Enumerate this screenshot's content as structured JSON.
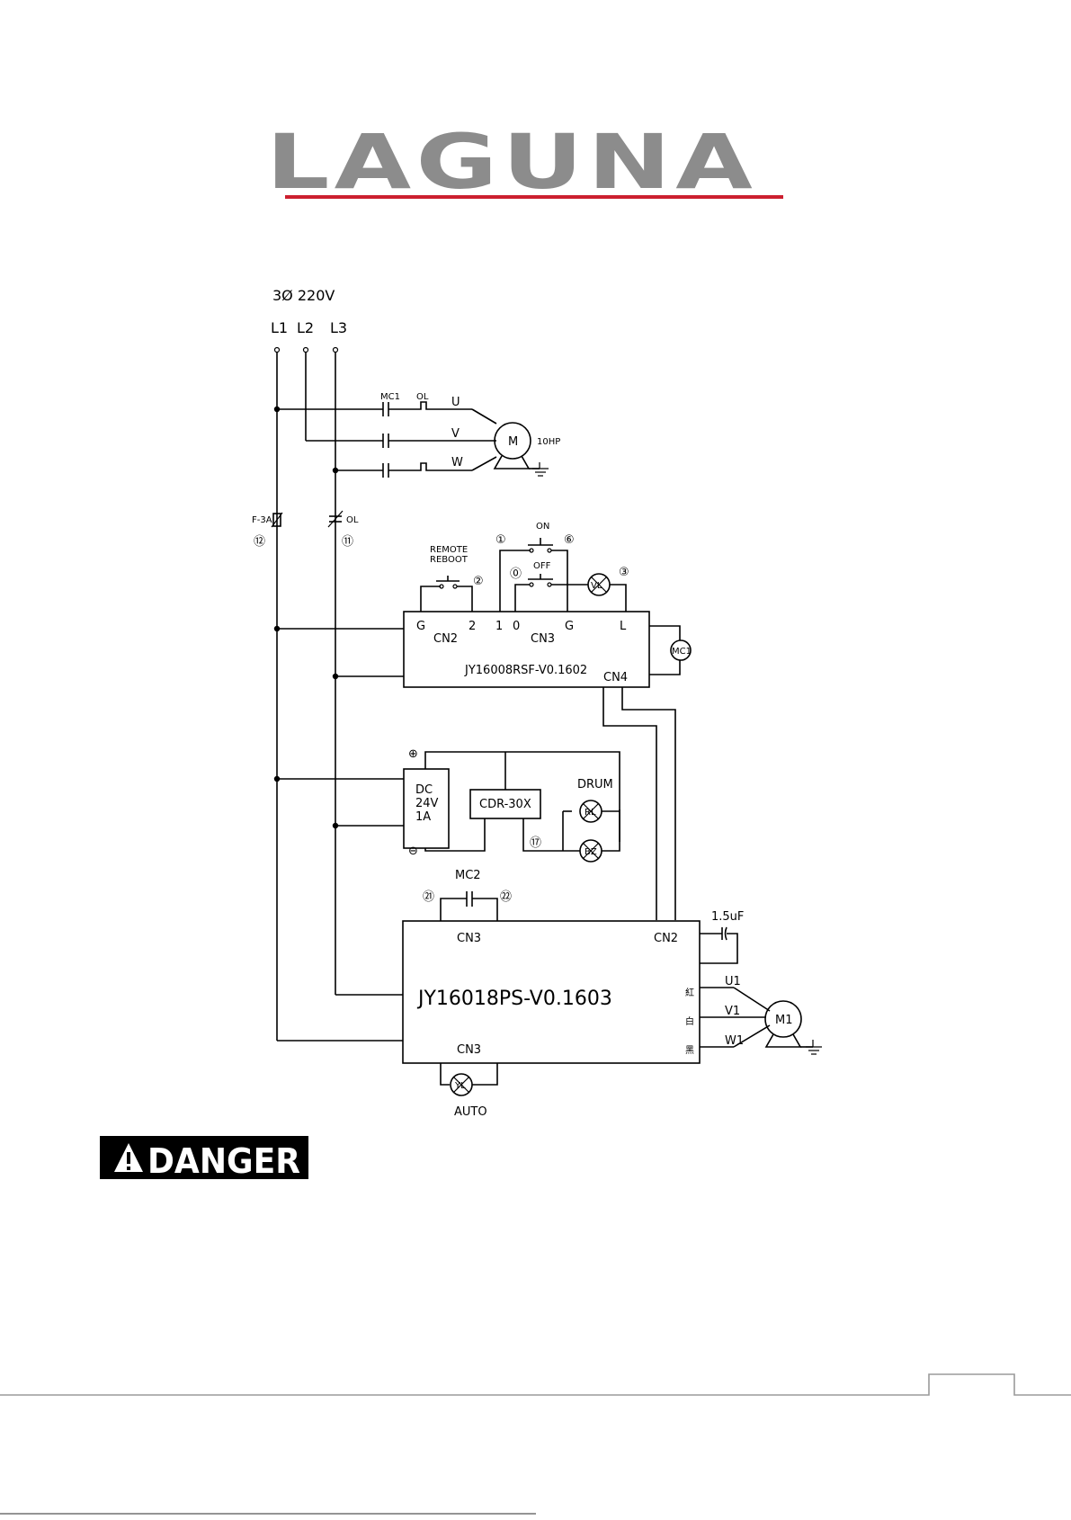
{
  "logo": {
    "text": "LAGUNA",
    "color": "#8c8c8c",
    "underline_color": "#cc1f2f"
  },
  "supply": {
    "phase": "3Ø 220V",
    "lines": [
      "L1",
      "L2",
      "L3"
    ]
  },
  "main_motor": {
    "contactor": "MC1",
    "overload": "OL",
    "phases": [
      "U",
      "V",
      "W"
    ],
    "motor": "M",
    "power": "10HP"
  },
  "protection": {
    "fuse": "F-3A",
    "fuse_wire": "⑫",
    "overload_contact": "OL",
    "overload_wire": "⑪"
  },
  "controls": {
    "remote_reboot": [
      "REMOTE",
      "REBOOT"
    ],
    "remote_wire": "②",
    "on_label": "ON",
    "off_label": "OFF",
    "wire_1": "①",
    "wire_6": "⑥",
    "wire_0": "⓪",
    "wire_3": "③",
    "lamp": "VL"
  },
  "board1": {
    "name": "JY16008RSF-V0.1602",
    "cn2": "CN2",
    "cn3": "CN3",
    "cn4": "CN4",
    "terminals": [
      "G",
      "2",
      "1",
      "0",
      "G",
      "L"
    ],
    "coil": "MC1"
  },
  "psu": {
    "label": [
      "DC",
      "24V",
      "1A"
    ],
    "plus": "⊕",
    "minus": "⊖",
    "relay": "CDR-30X",
    "relay_wire": "⑰",
    "drum": "DRUM",
    "lamp_rl": "RL",
    "buzzer": "BZ"
  },
  "board2": {
    "name": "JY16018PS-V0.1603",
    "cn3_top": "CN3",
    "cn2": "CN2",
    "cn3_bottom": "CN3",
    "contact": "MC2",
    "wire_left": "㉑",
    "wire_right": "㉒",
    "capacitor": "1.5uF",
    "out_markers": [
      "紅",
      "白",
      "黑"
    ],
    "out_phases": [
      "U1",
      "V1",
      "W1"
    ],
    "motor": "M1",
    "lamp": "YL",
    "lamp_label": "AUTO"
  },
  "warning": {
    "text": "DANGER"
  }
}
